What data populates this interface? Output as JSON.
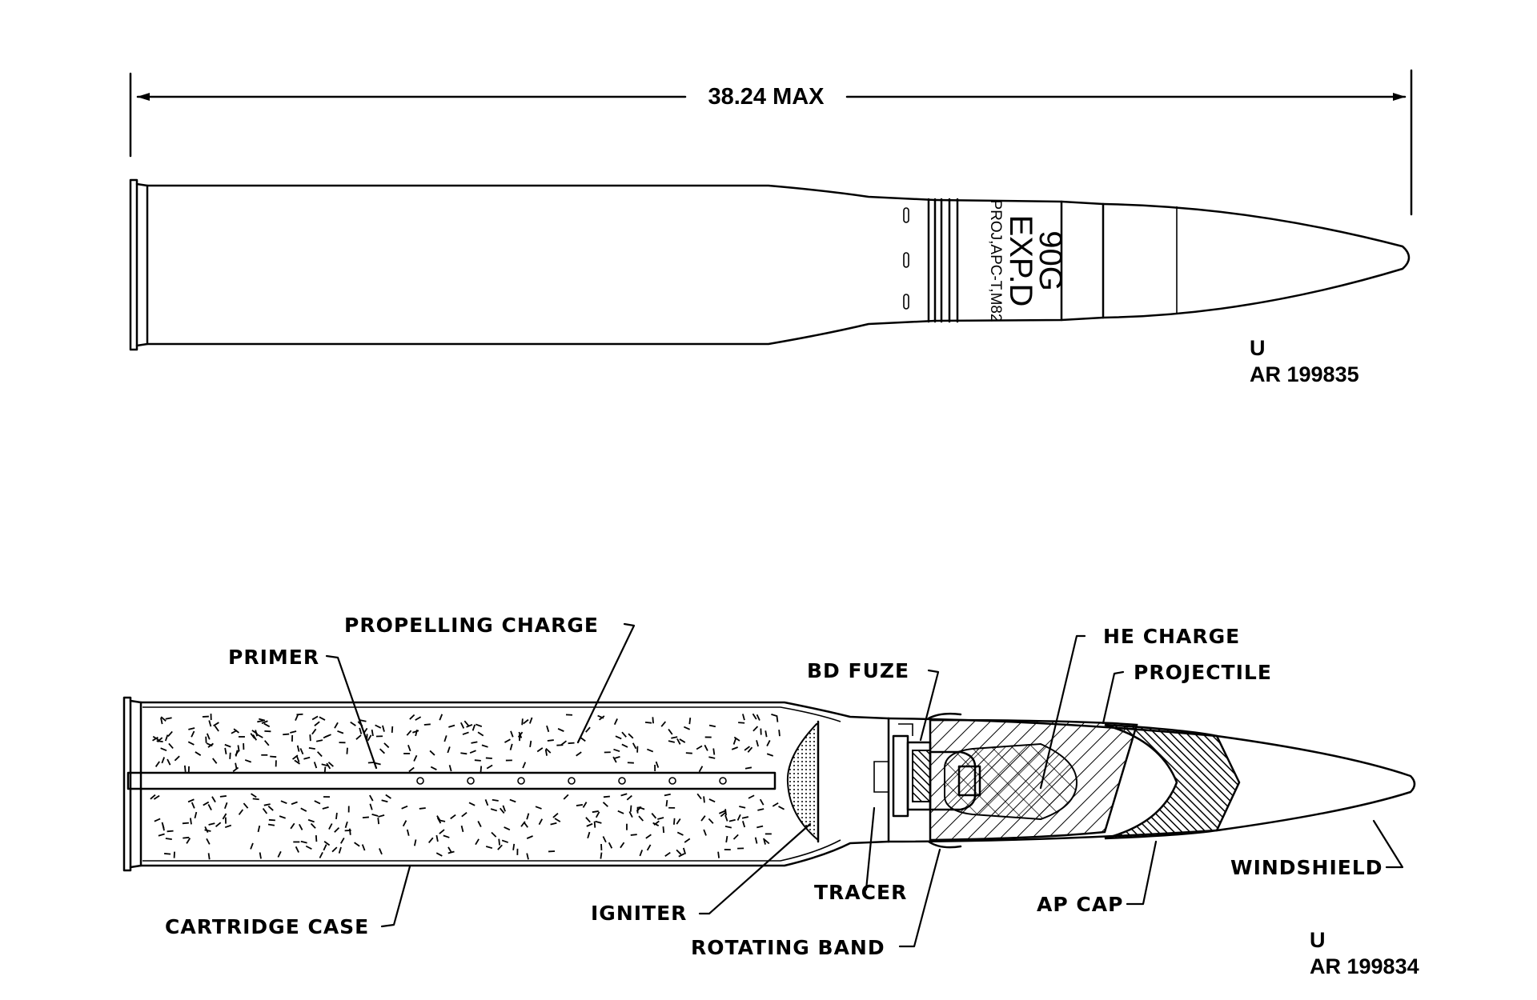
{
  "top_view": {
    "dimension": "38.24 MAX",
    "stamp_line1": "90G",
    "stamp_line2": "EXP.D",
    "stamp_line3": "PROJ,APC-T,M82",
    "ref_letter": "U",
    "ref_number": "AR 199835"
  },
  "cutaway_view": {
    "labels": {
      "propelling_charge": "PROPELLING CHARGE",
      "primer": "PRIMER",
      "he_charge": "HE CHARGE",
      "projectile": "PROJECTILE",
      "bd_fuze": "BD FUZE",
      "windshield": "WINDSHIELD",
      "tracer": "TRACER",
      "ap_cap": "AP CAP",
      "igniter": "IGNITER",
      "cartridge_case": "CARTRIDGE CASE",
      "rotating_band": "ROTATING BAND"
    },
    "ref_letter": "U",
    "ref_number": "AR 199834"
  }
}
